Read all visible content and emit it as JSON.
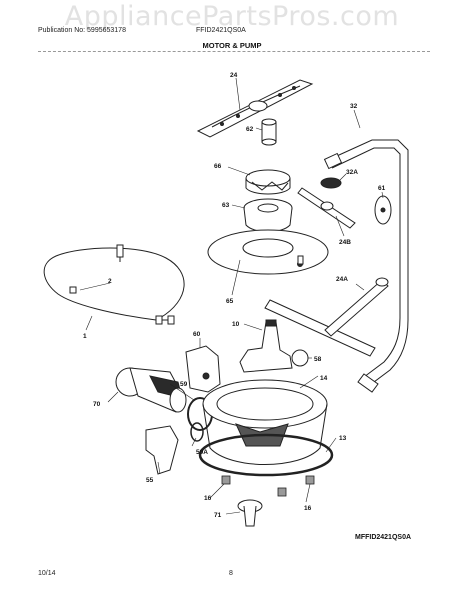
{
  "watermark": "AppliancePartsPros.com",
  "header": {
    "publication": "Publication No: 5995653178",
    "model": "FFID2421QS0A",
    "section_title": "MOTOR & PUMP"
  },
  "footer": {
    "date": "10/14",
    "page_number": "8",
    "diagram_code": "MFFID2421QS0A"
  },
  "callouts": [
    "24",
    "32",
    "62",
    "32A",
    "66",
    "61",
    "63",
    "24B",
    "2",
    "65",
    "24A",
    "1",
    "60",
    "10",
    "58",
    "59",
    "14",
    "70",
    "59A",
    "13",
    "55",
    "16",
    "16",
    "71"
  ]
}
